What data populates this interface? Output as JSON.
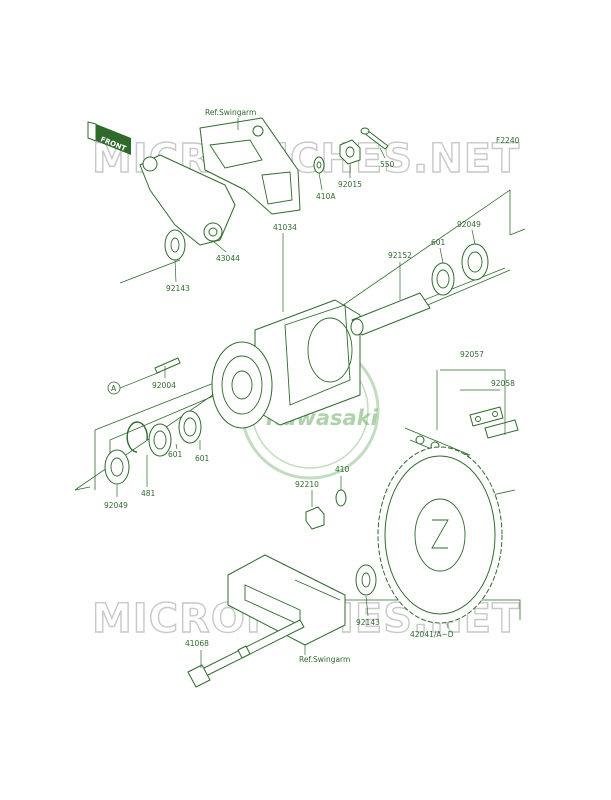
{
  "figure_code": "F2240",
  "front_tag": "FRONT",
  "watermark": {
    "text": "MICROFICHES.NET",
    "logo": "Kawasaki"
  },
  "refs": {
    "swingarm_top": "Ref.Swingarm",
    "swingarm_bottom": "Ref.Swingarm"
  },
  "callout_marker": "A",
  "labels": {
    "p41034": "41034",
    "p92049_top": "92049",
    "p601_top": "601",
    "p92152": "92152",
    "p410A": "410A",
    "p92015": "92015",
    "p550": "550",
    "p43044": "43044",
    "p92143_top": "92143",
    "p92004": "92004",
    "p92057": "92057",
    "p92058": "92058",
    "p601_a": "601",
    "p601_b": "601",
    "p481": "481",
    "p92049_bottom": "92049",
    "p410": "410",
    "p92210": "92210",
    "p92143_bottom": "92143",
    "p42041": "42041/A~D",
    "p41068": "41068"
  },
  "colors": {
    "line": "#2e6b2b",
    "watermark": "#c8c8c8",
    "logo": "#7bb575"
  }
}
